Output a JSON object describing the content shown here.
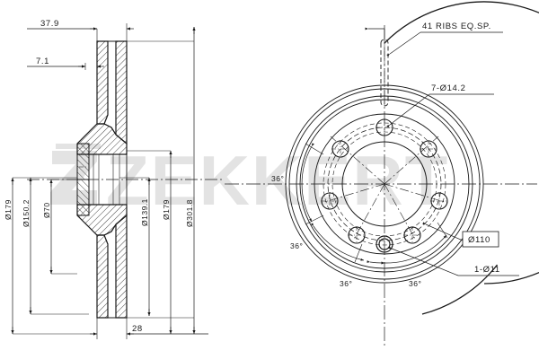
{
  "drawing": {
    "title": "Brake Disc Technical Drawing",
    "background_color": "#ffffff",
    "line_color": "#1a1a1a",
    "watermark": {
      "text": "ZEKKERT",
      "color": "#e3e3e3"
    },
    "section_view": {
      "name": "cross-section-view",
      "dimensions_top": [
        {
          "id": "width-overall",
          "label": "37.9"
        },
        {
          "id": "width-hat",
          "label": "7.1"
        }
      ],
      "dimensions_bottom": [
        {
          "id": "thickness",
          "label": "28"
        }
      ],
      "dimensions_left": [
        {
          "id": "dia-179-left",
          "label": "Ø179"
        },
        {
          "id": "dia-150-2",
          "label": "Ø150.2"
        },
        {
          "id": "dia-70",
          "label": "Ø70"
        }
      ],
      "dimensions_right": [
        {
          "id": "dia-139-1",
          "label": "Ø139.1"
        },
        {
          "id": "dia-179-right",
          "label": "Ø179"
        },
        {
          "id": "dia-301-8",
          "label": "Ø301.8"
        }
      ]
    },
    "face_view": {
      "name": "face-view",
      "callouts": [
        {
          "id": "ribs",
          "label": "41 RIBS EQ.SP."
        },
        {
          "id": "bolt-holes",
          "label": "7-Ø14.2"
        },
        {
          "id": "bolt-circle",
          "label": "Ø110",
          "boxed": true
        },
        {
          "id": "locating-hole",
          "label": "1-Ø11"
        }
      ],
      "angles": [
        {
          "id": "angle-1",
          "label": "36°"
        },
        {
          "id": "angle-2",
          "label": "36°"
        },
        {
          "id": "angle-3",
          "label": "36°"
        },
        {
          "id": "angle-4",
          "label": "36°"
        }
      ],
      "bolt_hole_count": 7,
      "rib_count": 41
    }
  }
}
